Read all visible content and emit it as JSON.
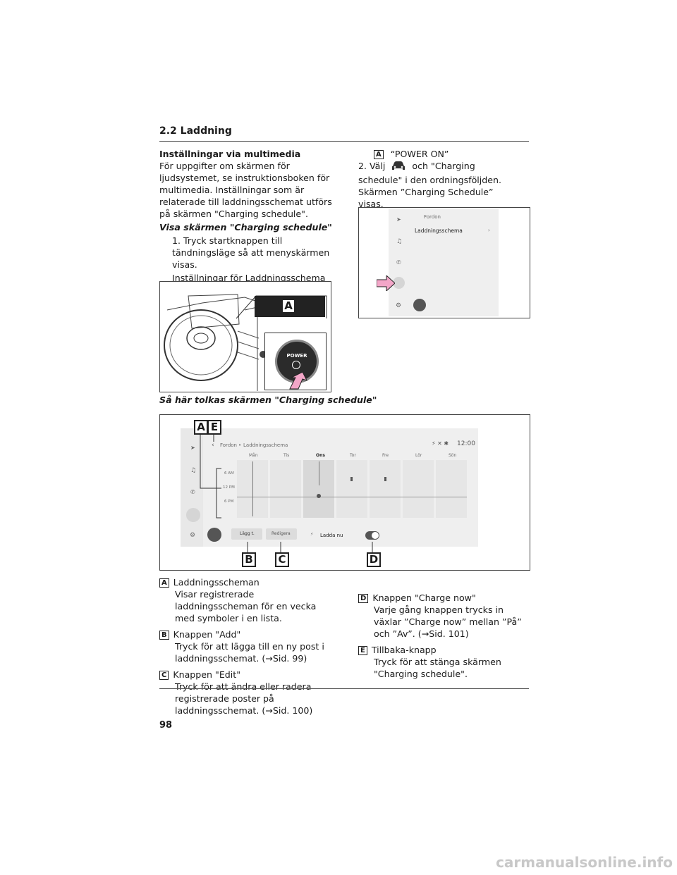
{
  "section_title": "2.2 Laddning",
  "left_col": {
    "heading": "Inställningar via multimedia",
    "para": "För uppgifter om skärmen för ljudsystemet, se instruktionsboken för multimedia. Inställningar som är relaterade till laddningsschemat utförs på skärmen \"Charging schedule\".",
    "subheading": "Visa skärmen \"Charging schedule\"",
    "step1": "1. Tryck startknappen till tändningsläge så att menyskärmen visas.",
    "step1_note": "Inställningar för Laddningsschema kan inte styras i radioläge."
  },
  "right_col": {
    "a_label": "A",
    "a_text": "“POWER ON”",
    "step2_pre": "2. Välj",
    "step2_post": "och \"Charging schedule\" i den ordningsföljden. Skärmen ”Charging Schedule” visas."
  },
  "fig1": {
    "label": "A",
    "power": "POWER"
  },
  "fig2": {
    "menu_header": "Fordon",
    "menu_item": "Laddningsschema"
  },
  "caption": "Så här tolkas skärmen \"Charging schedule\"",
  "fig3": {
    "breadcrumb_1": "Fordon",
    "breadcrumb_sep": "•",
    "breadcrumb_2": "Laddningsschema",
    "clock": "12:00",
    "days": [
      "Mån",
      "Tis",
      "Ons",
      "Tor",
      "Fre",
      "Lör",
      "Sön"
    ],
    "times": [
      "6 AM",
      "12 PM",
      "6 PM"
    ],
    "add_btn": "Lägg t.",
    "edit_btn": "Redigera",
    "charge_now": "Ladda nu",
    "labels": {
      "a": "A",
      "e": "E",
      "b": "B",
      "c": "C",
      "d": "D"
    }
  },
  "legend": [
    {
      "key": "A",
      "title": "Laddningsscheman",
      "text": "Visar registrerade laddningsscheman för en vecka med symboler i en lista."
    },
    {
      "key": "B",
      "title": "Knappen \"Add\"",
      "text": "Tryck för att lägga till en ny post i laddningsschemat. (→Sid. 99)"
    },
    {
      "key": "C",
      "title": "Knappen \"Edit\"",
      "text": "Tryck för att ändra eller radera registrerade poster på laddningsschemat. (→Sid. 100)"
    },
    {
      "key": "D",
      "title": "Knappen \"Charge now\"",
      "text": "Varje gång knappen trycks in växlar ”Charge now” mellan ”På” och ”Av”. (→Sid. 101)"
    },
    {
      "key": "E",
      "title": "Tillbaka-knapp",
      "text": "Tryck för att stänga skärmen \"Charging schedule\"."
    }
  ],
  "page_number": "98",
  "watermark": "carmanualsonline.info",
  "colors": {
    "accent_pink": "#f3a6c8",
    "screen_bg": "#efefef",
    "highlight": "#d8d8d8"
  }
}
